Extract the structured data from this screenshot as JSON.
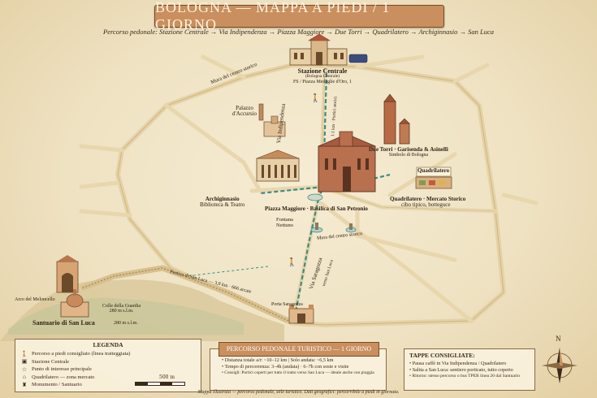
{
  "title": "BOLOGNA — MAPPA A PIEDI / 1 GIORNO",
  "subtitle": "Percorso pedonale: Stazione Centrale → Via Indipendenza → Piazza Maggiore → Due Torri → Quadrilatero → Archiginnasio → San Luca",
  "colors": {
    "route": "#3b8c87",
    "walls": "#e7d6ad",
    "banner": "#c98f5e",
    "parchment": "#efe3c6"
  },
  "labels": {
    "mura_top": "Mura del centro storico",
    "mura_mid": "Mura del centro storico",
    "stazione_title": "Stazione Centrale",
    "stazione_sub": "(Bologna Centrale)",
    "stazione_fs": "FS / Piazza Medaglie d'Oro, 1",
    "palazzo_l1": "Palazzo",
    "palazzo_l2": "d'Accursio",
    "via_indip": "Via Indipendenza",
    "via_indip_note": "1.1 km · Portici storici",
    "due_torri_l1": "Due Torri · Garisenda & Asinelli",
    "due_torri_l2": "Simbolo di Bologna",
    "quadrilatero_tag": "Quadrilatero",
    "quadrilatero_l1": "Quadrilatero · Mercato Storico",
    "quadrilatero_l2": "cibo tipico, botteguce",
    "archiginnasio_l1": "Archiginnasio",
    "archiginnasio_l2": "Biblioteca & Teatro",
    "piazza": "Piazza Maggiore · Basilica di San Petronio",
    "fontana_l1": "Fontana",
    "fontana_l2": "Nettuno",
    "portico": "Portico di San Luca — 3,8 km · 666 arcate",
    "via_saragozza": "Via Saragozza",
    "verso_san_luca": "verso San Luca",
    "arco": "Arco del Meloncello",
    "colle_l1": "Colle della Guardia",
    "colle_l2": "280 m s.l.m.",
    "santuario": "Santuario di San Luca",
    "altitude": "280 m s.l.m.",
    "porta": "Porta Saragozza"
  },
  "legend": {
    "title": "LEGENDA",
    "items": [
      {
        "icon": "walker-icon",
        "glyph": "🚶",
        "text": "Percorso a piedi consigliato (linea tratteggiata)"
      },
      {
        "icon": "station-icon",
        "glyph": "▣",
        "text": "Stazione Centrale"
      },
      {
        "icon": "star-icon",
        "glyph": "☆",
        "text": "Punto di interesse principale"
      },
      {
        "icon": "market-icon",
        "glyph": "⌂",
        "text": "Quadrilatero — zona mercato"
      },
      {
        "icon": "monument-icon",
        "glyph": "♜",
        "text": "Monumento / Santuario"
      }
    ]
  },
  "route_box": {
    "title": "PERCORSO PEDONALE TURISTICO — 1 GIORNO",
    "items": [
      "• Distanza totale a/r: ~10–12 km  |  Solo andata: ~6,5 km",
      "• Tempo di percorrenza: 3–4h (andata) · 6–7h con soste e visite",
      "• Consigli: Portici coperti per tutto il tratto verso San Luca — ideale anche con pioggia"
    ]
  },
  "tips": {
    "title": "TAPPE CONSIGLIATE:",
    "items": [
      "• Pausa caffè in Via Indipendenza / Quadrilatero",
      "• Salita a San Luca: sentiero porticato, tutto coperto",
      "• Ritorno: stesso percorso o bus TPER linea 20 dal Santuario"
    ]
  },
  "scale": "500 m",
  "compass": "N",
  "footnote": "Mappa illustrata — percorso pedonale, stile turistico. Dati geografici: percorribile a piedi in giornata."
}
